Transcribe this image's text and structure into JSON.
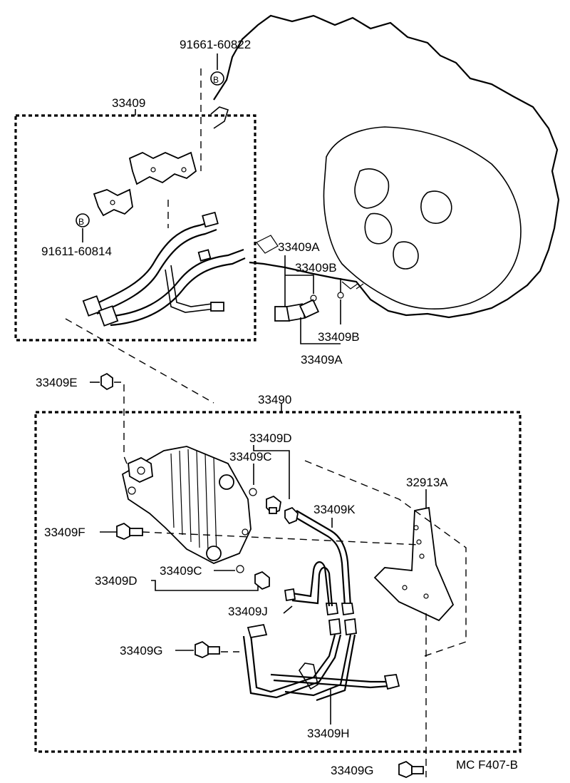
{
  "labels": {
    "p33409": "33409",
    "p91661": "91661-60822",
    "p91611": "91611-60814",
    "bolt_mark": "B",
    "p33409A_top": "33409A",
    "p33409B_top": "33409B",
    "p33409B_bot": "33409B",
    "p33409A_bot": "33409A",
    "p33409E": "33409E",
    "p33490": "33490",
    "p33409D_top": "33409D",
    "p33409C_top": "33409C",
    "p32913A": "32913A",
    "p33409K": "33409K",
    "p33409F": "33409F",
    "p33409C_mid": "33409C",
    "p33409D_mid": "33409D",
    "p33409J": "33409J",
    "p33409G_mid": "33409G",
    "p33409H": "33409H",
    "p33409G_bot": "33409G",
    "figure_code": "MC F407-B"
  }
}
